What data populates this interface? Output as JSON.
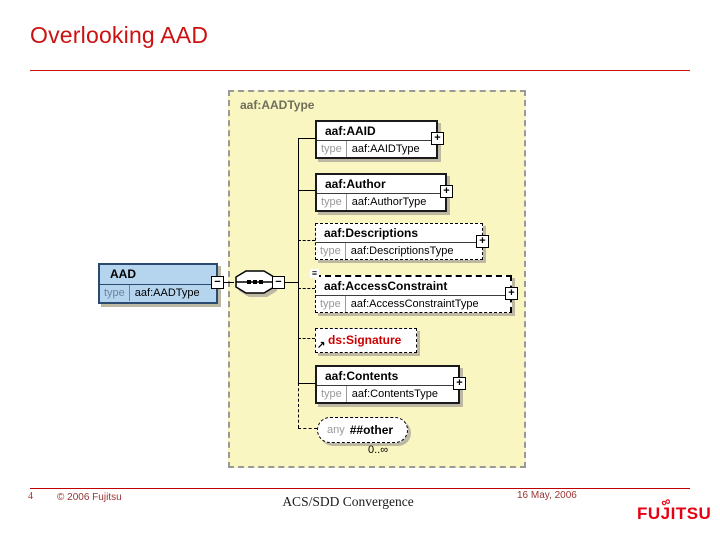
{
  "title": "Overlooking AAD",
  "colors": {
    "title_red": "#CC1111",
    "container_yellow": "#FAF6C2",
    "root_fill": "#B5D5EF",
    "root_border": "#2B4A6F",
    "signature_red": "#CC0000",
    "footer_red": "#993333",
    "logo_red": "#E60012"
  },
  "diagram": {
    "container_label": "aaf:AADType",
    "root": {
      "name": "AAD",
      "type_label": "type",
      "type_value": "aaf:AADType"
    },
    "icons": {
      "plus": "+",
      "minus": "−",
      "attributes": "≡",
      "reference": "↗",
      "sequence": "sequence-indicator",
      "infinity": "∞"
    },
    "children": [
      {
        "name": "aaf:AAID",
        "type_label": "type",
        "type_value": "aaf:AAIDType"
      },
      {
        "name": "aaf:Author",
        "type_label": "type",
        "type_value": "aaf:AuthorType"
      },
      {
        "name": "aaf:Descriptions",
        "type_label": "type",
        "type_value": "aaf:DescriptionsType"
      },
      {
        "name": "aaf:AccessConstraint",
        "type_label": "type",
        "type_value": "aaf:AccessConstraintType"
      },
      {
        "name": "ds:Signature"
      },
      {
        "name": "aaf:Contents",
        "type_label": "type",
        "type_value": "aaf:ContentsType"
      },
      {
        "prefix": "any",
        "name": "##other",
        "cardinality": "0..∞"
      }
    ]
  },
  "footer": {
    "page_number": "4",
    "copyright": "© 2006 Fujitsu",
    "center_text": "ACS/SDD Convergence",
    "date": "16 May, 2006",
    "logo_text": "FUJITSU"
  }
}
